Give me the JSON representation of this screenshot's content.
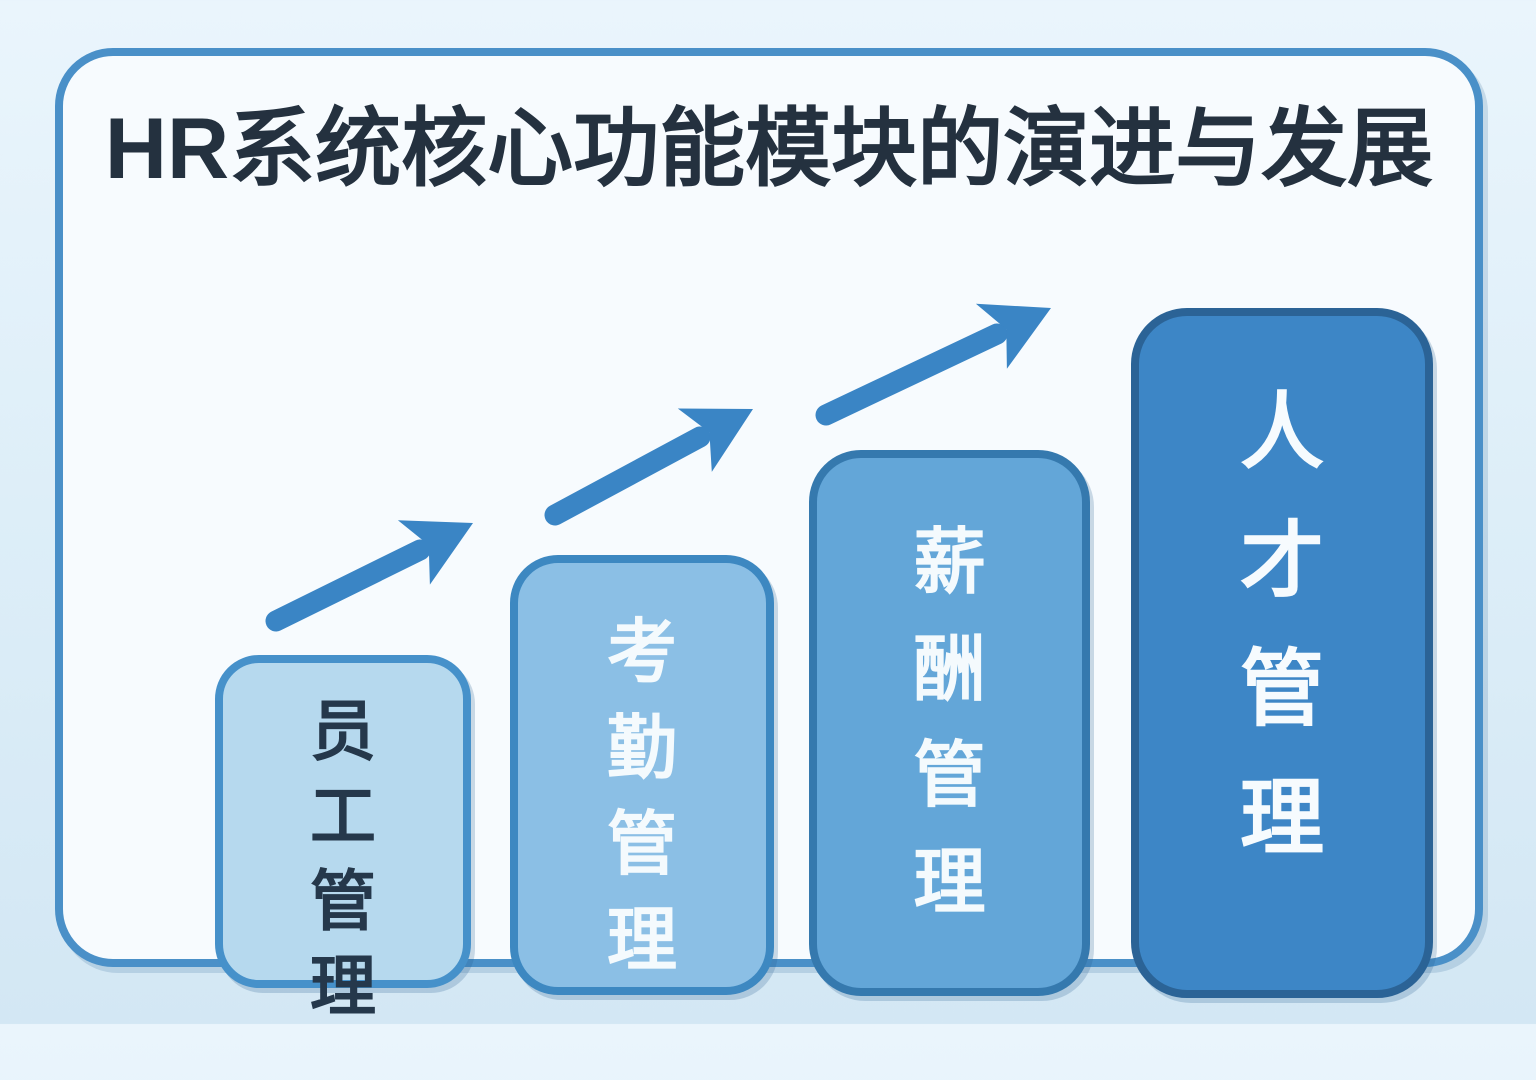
{
  "title": "HR系统核心功能模块的演进与发展",
  "modules": [
    {
      "stage": 1,
      "label": "员工管理",
      "fill": "#b6d9ee",
      "border": "#4691ca",
      "text_color": "#25384b"
    },
    {
      "stage": 2,
      "label": "考勤管理",
      "fill": "#8bbfe5",
      "border": "#3d88c1",
      "text_color": "#f4fafd"
    },
    {
      "stage": 3,
      "label": "薪酬管理",
      "fill": "#63a6d8",
      "border": "#3579ae",
      "text_color": "#f4fafd"
    },
    {
      "stage": 4,
      "label": "人才管理",
      "fill": "#3d86c6",
      "border": "#2b6396",
      "text_color": "#f6fbfe"
    }
  ],
  "icons": {
    "growth_arrow": {
      "name": "growth-arrow-icon",
      "glyph": "↗",
      "color": "#3a85c5",
      "count": 3
    }
  },
  "colors": {
    "page_background": "#ddeef8",
    "card_background": "#f7fbfe",
    "card_border": "#4a90c8",
    "title_text": "#24313f"
  }
}
